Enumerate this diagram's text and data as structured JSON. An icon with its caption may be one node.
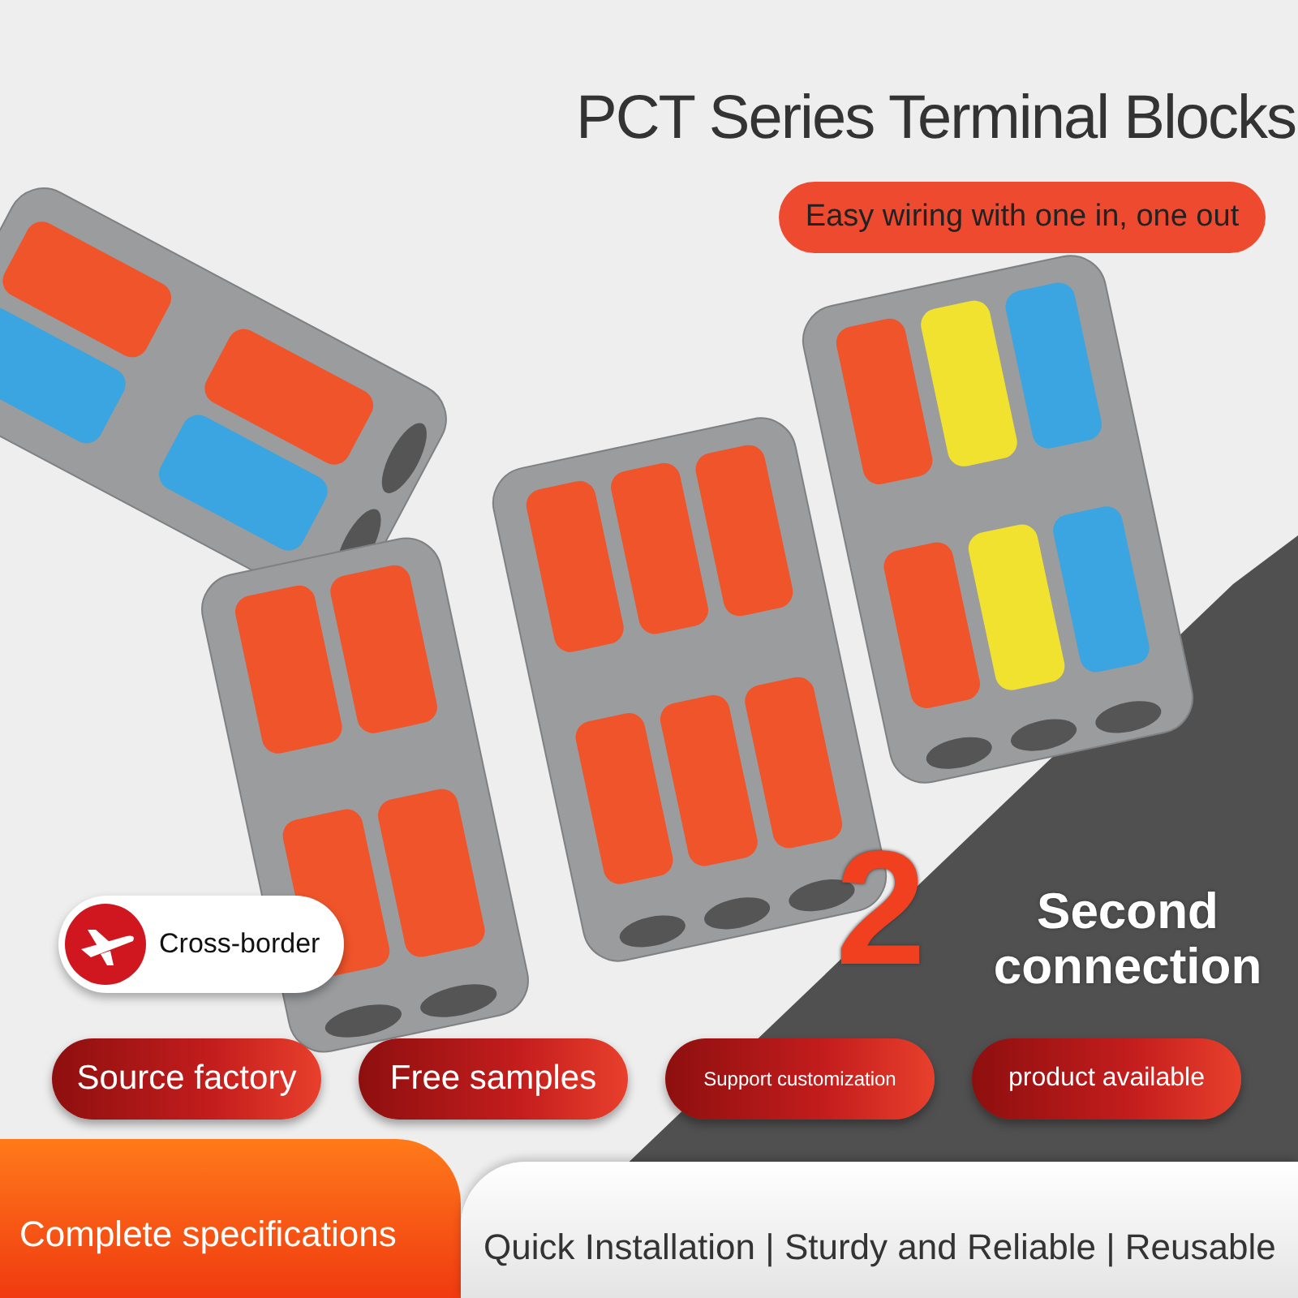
{
  "diagram": {
    "title": "PCT Series Terminal Blocks",
    "nodes": [
      {
        "text": [
          "Easy wiring with one in, one out"
        ]
      },
      {
        "text": [
          "Cross-border"
        ]
      },
      {
        "text": [
          "Source factory"
        ]
      },
      {
        "text": [
          "Free samples"
        ]
      },
      {
        "text": [
          "Support customization"
        ]
      },
      {
        "text": [
          "product available"
        ]
      },
      {
        "text": [
          "Complete specifications"
        ]
      },
      {
        "text": [
          "Quick Installation | Sturdy and Reliable | Reusable"
        ]
      }
    ],
    "edges": [],
    "labels": [
      "2",
      "Second connection"
    ]
  }
}
